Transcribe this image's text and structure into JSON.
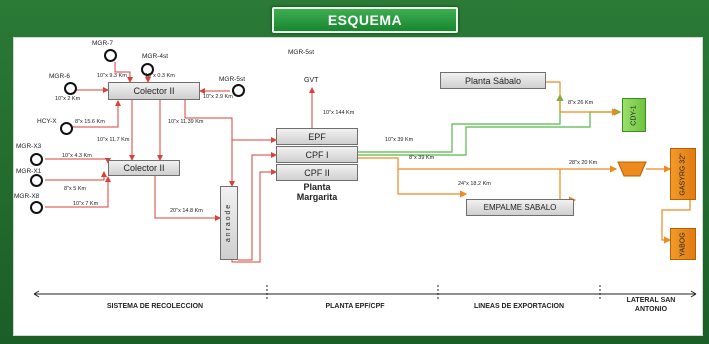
{
  "header": {
    "title": "ESQUEMA"
  },
  "wells": [
    {
      "name": "MGR-7"
    },
    {
      "name": "MGR-4st"
    },
    {
      "name": "MGR-6"
    },
    {
      "name": "MGR-5st"
    },
    {
      "name": "HCY-X"
    },
    {
      "name": "MGR-X3"
    },
    {
      "name": "MGR-X1"
    },
    {
      "name": "MGR-X8"
    }
  ],
  "nodes": {
    "colector_top": "Colector II",
    "colector_bottom": "Colector II",
    "epf": "EPF",
    "cpf1": "CPF I",
    "cpf2": "CPF II",
    "planta_margarita": "Planta\nMargarita",
    "gvt": "GVT",
    "mgr5st_top": "MGR-5st",
    "planta_sabalo": "Planta Sábalo",
    "empalme_sabalo": "EMPALME SABALO",
    "cdy1": "CDY-1",
    "gasyrg": "GASYRG 32\"",
    "yabog": "YABOG",
    "vessel": "a n r a o d e"
  },
  "pipes": {
    "mgr7": "10\"x 9.3 Km",
    "mgr4st": "10\"x 0.3 Km",
    "mgr6": "10\"x 2 Km",
    "mgr5st": "10\"x 2.9 Km",
    "hcyx": "8\"x 15.6 Km",
    "colector_link": "10\"x 11.7 Km",
    "to_epf": "10\"x 11.39 Km",
    "mgrx3": "10\"x 4.3 Km",
    "mgrx1": "8\"x 5 Km",
    "mgrx8": "10\"x 7 Km",
    "col2_out": "20\"x 14.8 Km",
    "gvt": "10\"x 144 Km",
    "cpf_out1": "10\"x 39 Km",
    "cpf_out2": "8\"x 39 Km",
    "sabalo_cdy": "8\"x 26 Km",
    "to_gasyrg": "28\"x 20 Km",
    "to_empalme": "24\"x 18.2 Km"
  },
  "sections": [
    "SISTEMA DE RECOLECCION",
    "PLANTA EPF/CPF",
    "LINEAS DE EXPORTACION",
    "LATERAL SAN\nANTONIO"
  ],
  "colors": {
    "flow_red": "#d9413a",
    "flow_green": "#55b948",
    "flow_orange": "#ee8a1e"
  }
}
